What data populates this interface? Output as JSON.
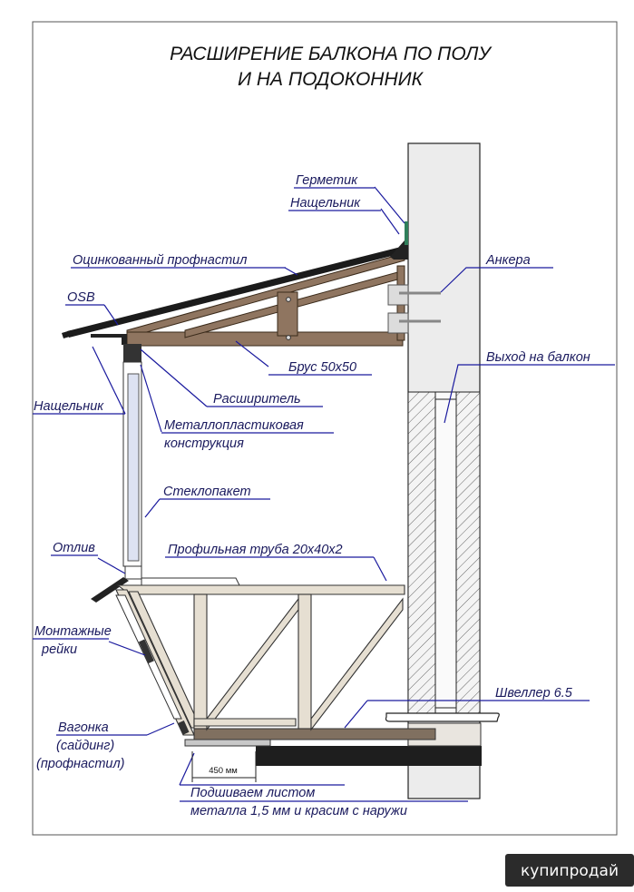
{
  "title": {
    "line1": "РАСШИРЕНИЕ БАЛКОНА ПО ПОЛУ",
    "line2": "И НА ПОДОКОННИК"
  },
  "labels": {
    "germetik": "Герметик",
    "nashchelnik_top": "Нащельник",
    "profnastil": "Оцинкованный профнастил",
    "osb": "OSB",
    "ankera": "Анкера",
    "brus": "Брус 50х50",
    "vykhod": "Выход на балкон",
    "nashchelnik_left": "Нащельник",
    "rasshiritel": "Расширитель",
    "metalloplast_1": "Металлопластиковая",
    "metalloplast_2": "конструкция",
    "steklopaket": "Стеклопакет",
    "otliv": "Отлив",
    "profilnaya_truba": "Профильная труба 20х40х2",
    "montazhnye_1": "Монтажные",
    "montazhnye_2": "рейки",
    "shveller": "Швеллер 6.5",
    "vagonka_1": "Вагонка",
    "vagonka_2": "(сайдинг)",
    "vagonka_3": "(профнастил)",
    "dim_450": "450 мм",
    "podshivaem_1": "Подшиваем листом",
    "podshivaem_2": "металла 1,5 мм и красим с наружи"
  },
  "watermark": "купипродай",
  "colors": {
    "label_text": "#1a1a5e",
    "pointer": "#1a1a9e",
    "wood": "#8f7560",
    "frame": "#e6dfd2",
    "wall": "#e8e8e8"
  }
}
